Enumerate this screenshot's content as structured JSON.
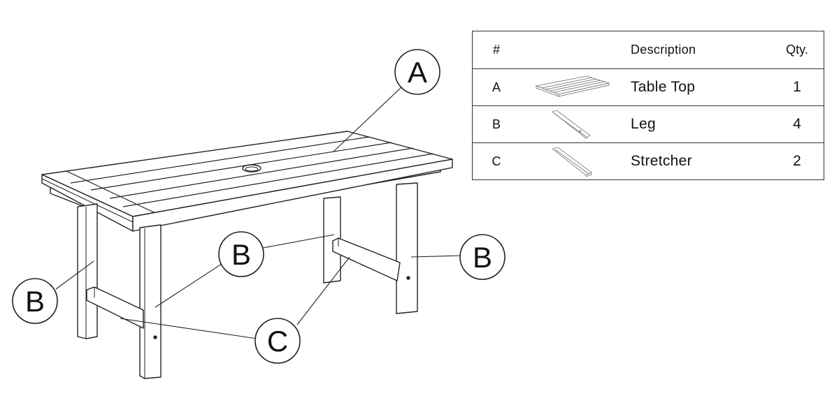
{
  "callouts": {
    "a": "A",
    "b": "B",
    "c": "C"
  },
  "parts_table": {
    "headers": {
      "num": "#",
      "description": "Description",
      "qty": "Qty."
    },
    "rows": [
      {
        "num": "A",
        "description": "Table Top",
        "qty": "1",
        "icon": "table-top-thumbnail"
      },
      {
        "num": "B",
        "description": "Leg",
        "qty": "4",
        "icon": "leg-thumbnail"
      },
      {
        "num": "C",
        "description": "Stretcher",
        "qty": "2",
        "icon": "stretcher-thumbnail"
      }
    ]
  }
}
